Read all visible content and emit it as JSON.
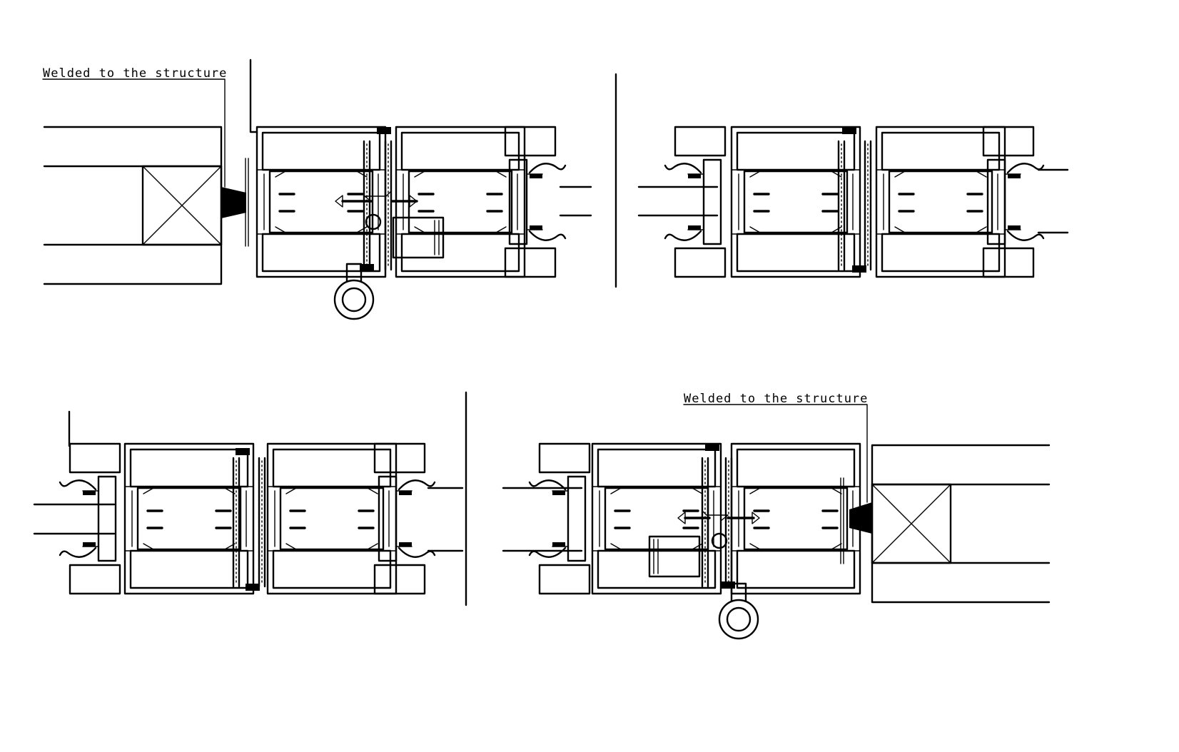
{
  "annotations": {
    "top_left_label": "Welded to the structure",
    "bottom_right_label": "Welded to the structure"
  },
  "views": [
    {
      "id": "top-left",
      "anchored_to_structure": true
    },
    {
      "id": "top-right",
      "anchored_to_structure": false
    },
    {
      "id": "bottom-left",
      "anchored_to_structure": false
    },
    {
      "id": "bottom-right",
      "anchored_to_structure": true
    }
  ],
  "colors": {
    "ink": "#000000",
    "paper": "#ffffff"
  }
}
